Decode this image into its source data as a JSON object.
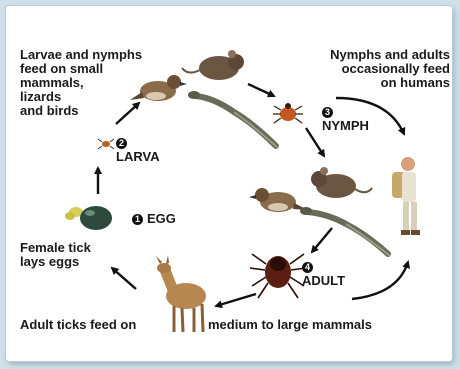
{
  "labels": {
    "larvae_nymphs": "Larvae and nymphs\nfeed on small\nmammals,\nlizards\nand birds",
    "nymphs_adults": "Nymphs and adults\noccasionally feed\non humans",
    "female_tick": "Female tick\nlays eggs",
    "adult_feed_left": "Adult ticks feed on",
    "adult_feed_right": "medium to large mammals"
  },
  "stages": [
    {
      "number": "1",
      "name": "EGG"
    },
    {
      "number": "2",
      "name": "LARVA"
    },
    {
      "number": "3",
      "name": "NYMPH"
    },
    {
      "number": "4",
      "name": "ADULT"
    }
  ],
  "icons": [
    "egg-cluster-icon",
    "larva-tick-icon",
    "nymph-tick-icon",
    "adult-tick-icon",
    "bird-icon",
    "mouse-icon",
    "lizard-icon",
    "deer-icon",
    "hiker-icon"
  ],
  "colors": {
    "background": "#cfe0e8",
    "card": "#ffffff",
    "text": "#1a1a1a",
    "arrow": "#111111"
  }
}
